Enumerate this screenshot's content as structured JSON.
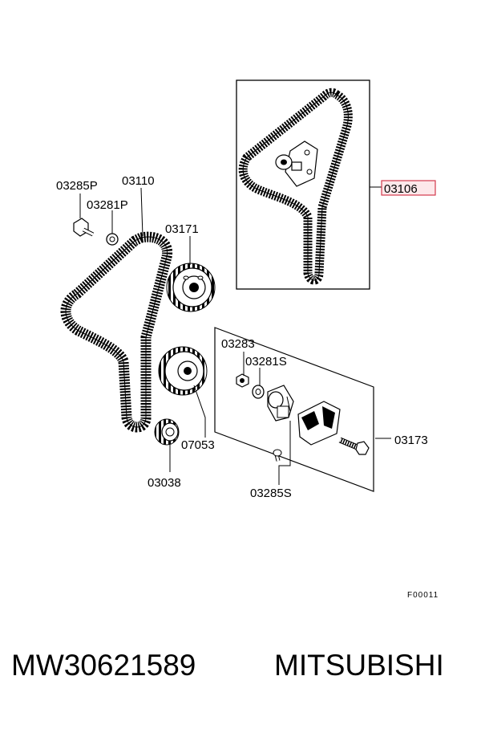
{
  "labels": {
    "p03285P": "03285P",
    "p03110": "03110",
    "p03281P": "03281P",
    "p03171": "03171",
    "p03106": "03106",
    "p03283": "03283",
    "p03281S": "03281S",
    "p07053": "07053",
    "p03038": "03038",
    "p03173": "03173",
    "p03285S": "03285S",
    "figure_code": "F00011"
  },
  "caption": {
    "part_number": "MW30621589",
    "brand": "MITSUBISHI"
  },
  "colors": {
    "line": "#000000",
    "highlight_stroke": "#d33a4c",
    "highlight_fill": "#fde8ea"
  }
}
